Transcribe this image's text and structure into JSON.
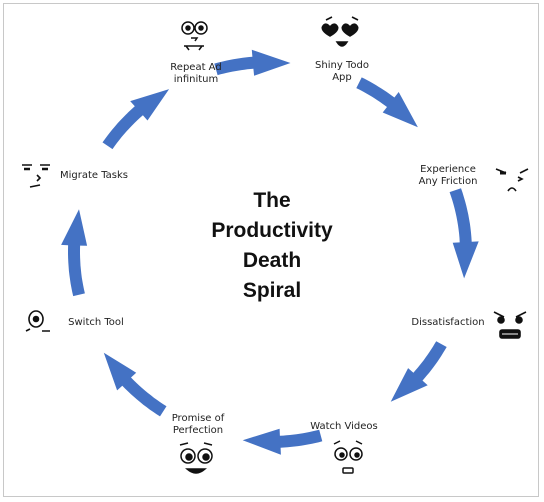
{
  "title": {
    "lines": [
      "The",
      "Productivity",
      "Death",
      "Spiral"
    ]
  },
  "stages": [
    {
      "id": "shiny",
      "label": "Shiny Todo\nApp",
      "face": "heart-eyes-face-icon"
    },
    {
      "id": "friction",
      "label": "Experience\nAny Friction",
      "face": "annoyed-face-icon"
    },
    {
      "id": "dissatisfaction",
      "label": "Dissatisfaction",
      "face": "angry-face-icon"
    },
    {
      "id": "videos",
      "label": "Watch Videos",
      "face": "curious-face-icon"
    },
    {
      "id": "promise",
      "label": "Promise of\nPerfection",
      "face": "excited-face-icon"
    },
    {
      "id": "switch",
      "label": "Switch Tool",
      "face": "cyclops-face-icon"
    },
    {
      "id": "migrate",
      "label": "Migrate Tasks",
      "face": "bored-face-icon"
    },
    {
      "id": "repeat",
      "label": "Repeat Ad\ninfinitum",
      "face": "dizzy-face-icon"
    }
  ],
  "colors": {
    "arrow": "#4472C4",
    "ink": "#111111"
  }
}
